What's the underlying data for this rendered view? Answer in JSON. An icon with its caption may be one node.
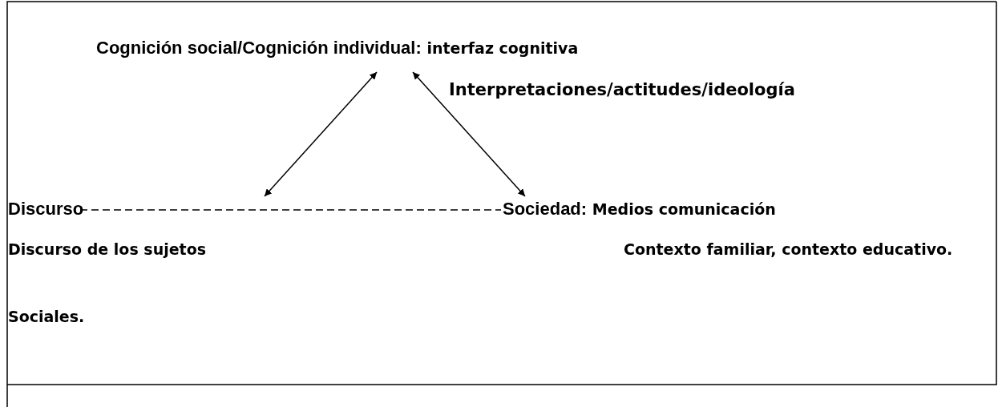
{
  "diagram": {
    "nodes": [
      {
        "text": [
          "**Cognición social/Cognición individual:** interfaz cognitiva"
        ],
        "beside": [
          "Interpretaciones/actitudes/ideología"
        ]
      },
      {
        "text": [
          "Discurso"
        ]
      },
      {
        "text": [
          "**Sociedad:** Medios comunicación"
        ]
      }
    ],
    "edges": [
      {
        "from": 0,
        "to": null,
        "arrow": "both"
      },
      {
        "from": 0,
        "to": 2,
        "arrow": "both"
      },
      {
        "from": 1,
        "to": 2,
        "arrow": "none",
        "style": "dashed"
      }
    ],
    "labels": [
      "Discurso de los sujetos",
      "Contexto familiar, contexto educativo.",
      "Sociales."
    ]
  }
}
